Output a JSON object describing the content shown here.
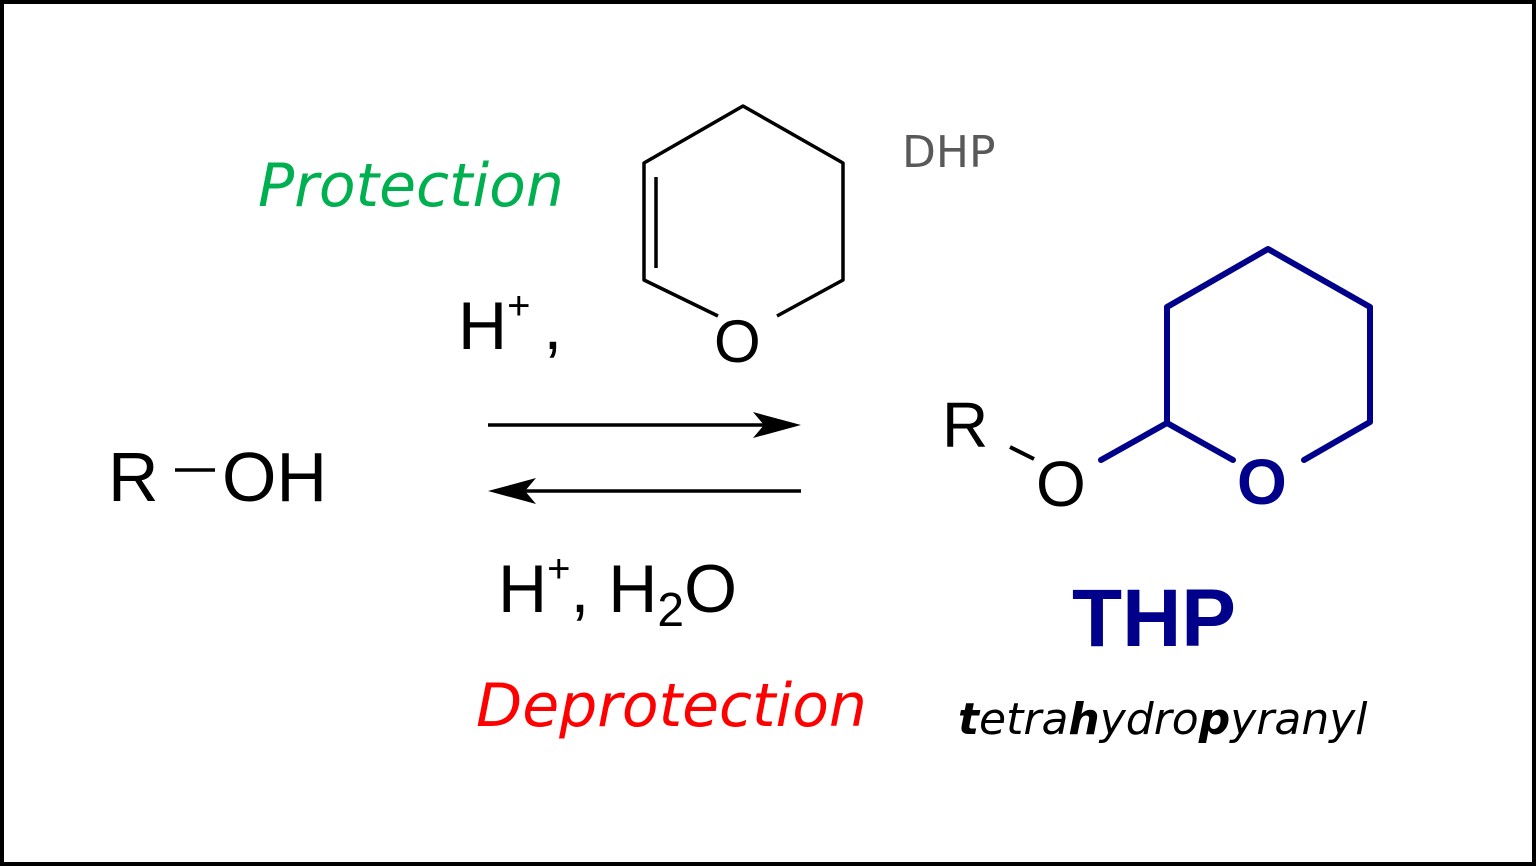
{
  "colors": {
    "protection": "#00b050",
    "deprotection": "#ff0000",
    "thp": "#00008b",
    "dhp_label": "#595959",
    "ink": "#000000"
  },
  "labels": {
    "protection": "Protection",
    "deprotection": "Deprotection",
    "dhp": "DHP",
    "thp": "THP"
  },
  "reactant": {
    "r": "R",
    "oh": "OH"
  },
  "forward_reagents": {
    "h": "H",
    "plus": "+",
    "comma": ",",
    "ring_oxygen": "O"
  },
  "reverse_reagents": {
    "h": "H",
    "plus": "+",
    "comma": ",",
    "h2": "H",
    "sub2": "2",
    "o": "O"
  },
  "product": {
    "r": "R",
    "ether_oxygen": "O",
    "ring_oxygen": "O"
  },
  "full_name": {
    "parts": [
      {
        "text": "t",
        "bold": true
      },
      {
        "text": "etra",
        "bold": false
      },
      {
        "text": "h",
        "bold": true
      },
      {
        "text": "ydro",
        "bold": false
      },
      {
        "text": "p",
        "bold": true
      },
      {
        "text": "yranyl",
        "bold": false
      }
    ]
  }
}
